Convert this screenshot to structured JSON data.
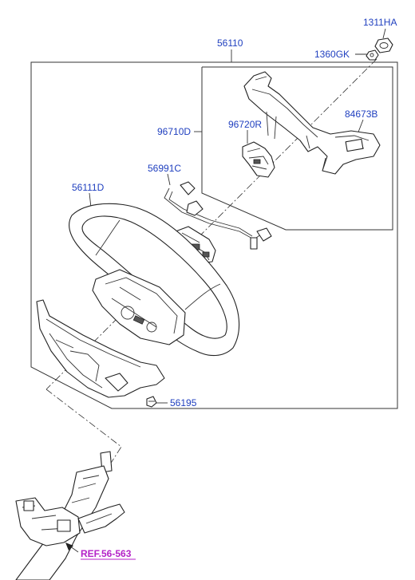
{
  "diagram": {
    "labels": {
      "p1311HA": "1311HA",
      "p1360GK": "1360GK",
      "p56110": "56110",
      "p96710D": "96710D",
      "p96720R": "96720R",
      "p84673B": "84673B",
      "p56991C": "56991C",
      "p56111D": "56111D",
      "p56195": "56195",
      "ref": "REF.56-563"
    },
    "colors": {
      "label": "#1f3fbf",
      "reference": "#b422c8",
      "linework": "#222222"
    }
  }
}
